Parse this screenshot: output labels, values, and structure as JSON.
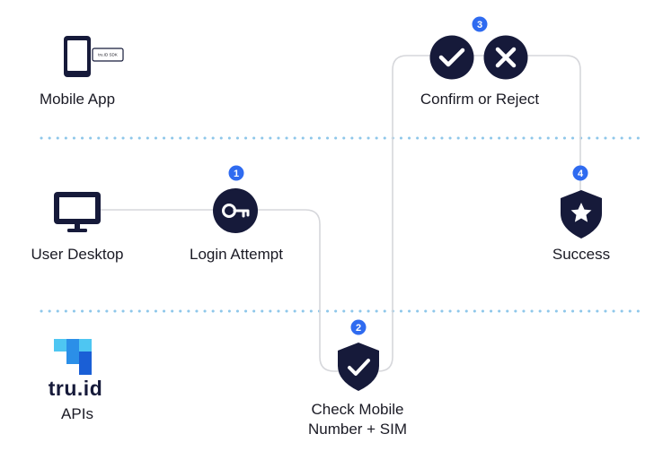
{
  "colors": {
    "navy": "#161a3a",
    "badge_blue": "#2f6bf0",
    "connector": "#d6d7db",
    "divider": "#8ec7ea",
    "logo_light": "#4ec6f2",
    "logo_mid": "#2b8fe8",
    "logo_dark": "#1a5fd6"
  },
  "lanes": {
    "mobile": "Mobile App",
    "desktop": "User Desktop",
    "apis": "APIs"
  },
  "sdk_label": "tru.ID SDK",
  "brand": "tru.id",
  "steps": [
    {
      "number": "1",
      "label": "Login Attempt",
      "icon": "key-icon"
    },
    {
      "number": "2",
      "label_line1": "Check Mobile",
      "label_line2": "Number + SIM",
      "icon": "shield-check-icon"
    },
    {
      "number": "3",
      "label": "Confirm or Reject",
      "icon": "check-circle-icon, x-circle-icon"
    },
    {
      "number": "4",
      "label": "Success",
      "icon": "shield-star-icon"
    }
  ]
}
